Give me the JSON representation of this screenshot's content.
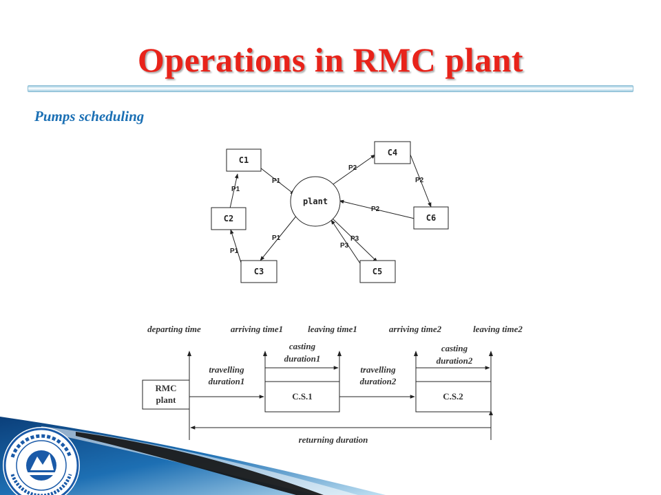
{
  "slide": {
    "title": "Operations in RMC plant",
    "subtitle": "Pumps scheduling"
  },
  "network": {
    "hub": "plant",
    "nodes": [
      "C1",
      "C2",
      "C3",
      "C4",
      "C5",
      "C6"
    ],
    "edge_labels": {
      "c1_plant": "P1",
      "c2_c1": "P1",
      "c3_c2": "P1",
      "plant_c3": "P1",
      "plant_c4": "P2",
      "c4_c6": "P2",
      "c6_plant": "P2",
      "plant_c5": "P3",
      "c5_plant": "P3"
    }
  },
  "timeline": {
    "headers": [
      "departing time",
      "arriving time1",
      "leaving time1",
      "arriving time2",
      "leaving time2"
    ],
    "rmc_plant_line1": "RMC",
    "rmc_plant_line2": "plant",
    "site1": "C.S.1",
    "site2": "C.S.2",
    "travel1_line1": "travelling",
    "travel1_line2": "duration1",
    "travel2_line1": "travelling",
    "travel2_line2": "duration2",
    "cast1_line1": "casting",
    "cast1_line2": "duration1",
    "cast2_line1": "casting",
    "cast2_line2": "duration2",
    "returning": "returning duration"
  }
}
